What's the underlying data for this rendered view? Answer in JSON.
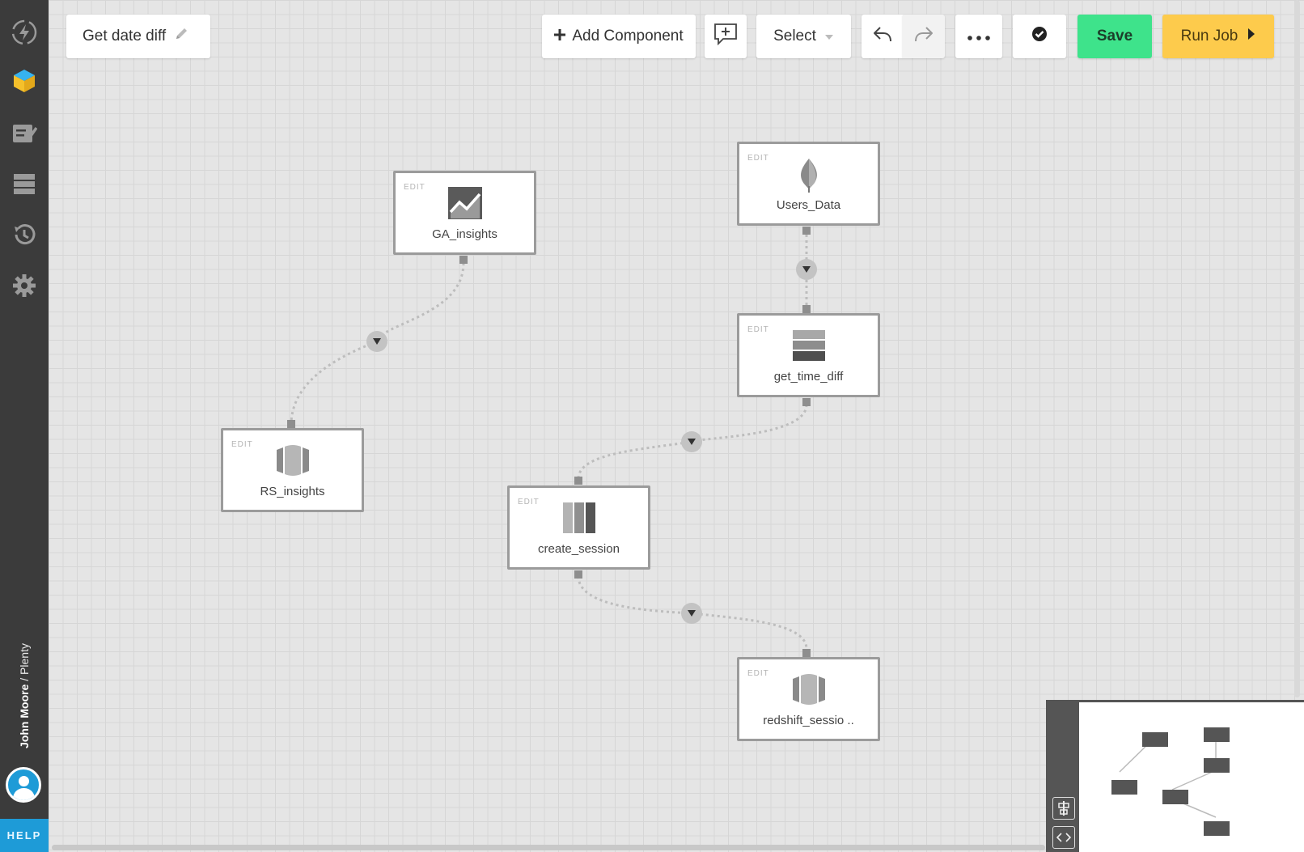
{
  "sidebar": {
    "items": [
      {
        "icon": "lightning-icon"
      },
      {
        "icon": "cube-icon"
      },
      {
        "icon": "checklist-icon"
      },
      {
        "icon": "database-icon"
      },
      {
        "icon": "history-icon"
      },
      {
        "icon": "gear-icon"
      }
    ],
    "user_name": "John Moore",
    "separator": " / ",
    "org_name": "Plenty",
    "help_label": "HELP"
  },
  "toolbar": {
    "job_title": "Get date diff",
    "add_component_label": "Add Component",
    "select_label": "Select",
    "save_label": "Save",
    "run_label": "Run Job"
  },
  "nodes": [
    {
      "label": "GA_insights",
      "edit": "EDIT",
      "icon": "analytics-icon"
    },
    {
      "label": "Users_Data",
      "edit": "EDIT",
      "icon": "mongodb-leaf-icon"
    },
    {
      "label": "get_time_diff",
      "edit": "EDIT",
      "icon": "stack-icon"
    },
    {
      "label": "RS_insights",
      "edit": "EDIT",
      "icon": "redshift-icon"
    },
    {
      "label": "create_session",
      "edit": "EDIT",
      "icon": "columns-icon"
    },
    {
      "label": "redshift_sessio ..",
      "edit": "EDIT",
      "icon": "redshift-icon"
    }
  ],
  "colors": {
    "sidebar": "#3b3b3b",
    "accent_blue": "#1e9bd7",
    "save_green": "#3ee38b",
    "run_yellow": "#fdcb4c",
    "node_border": "#9b9b9b"
  }
}
